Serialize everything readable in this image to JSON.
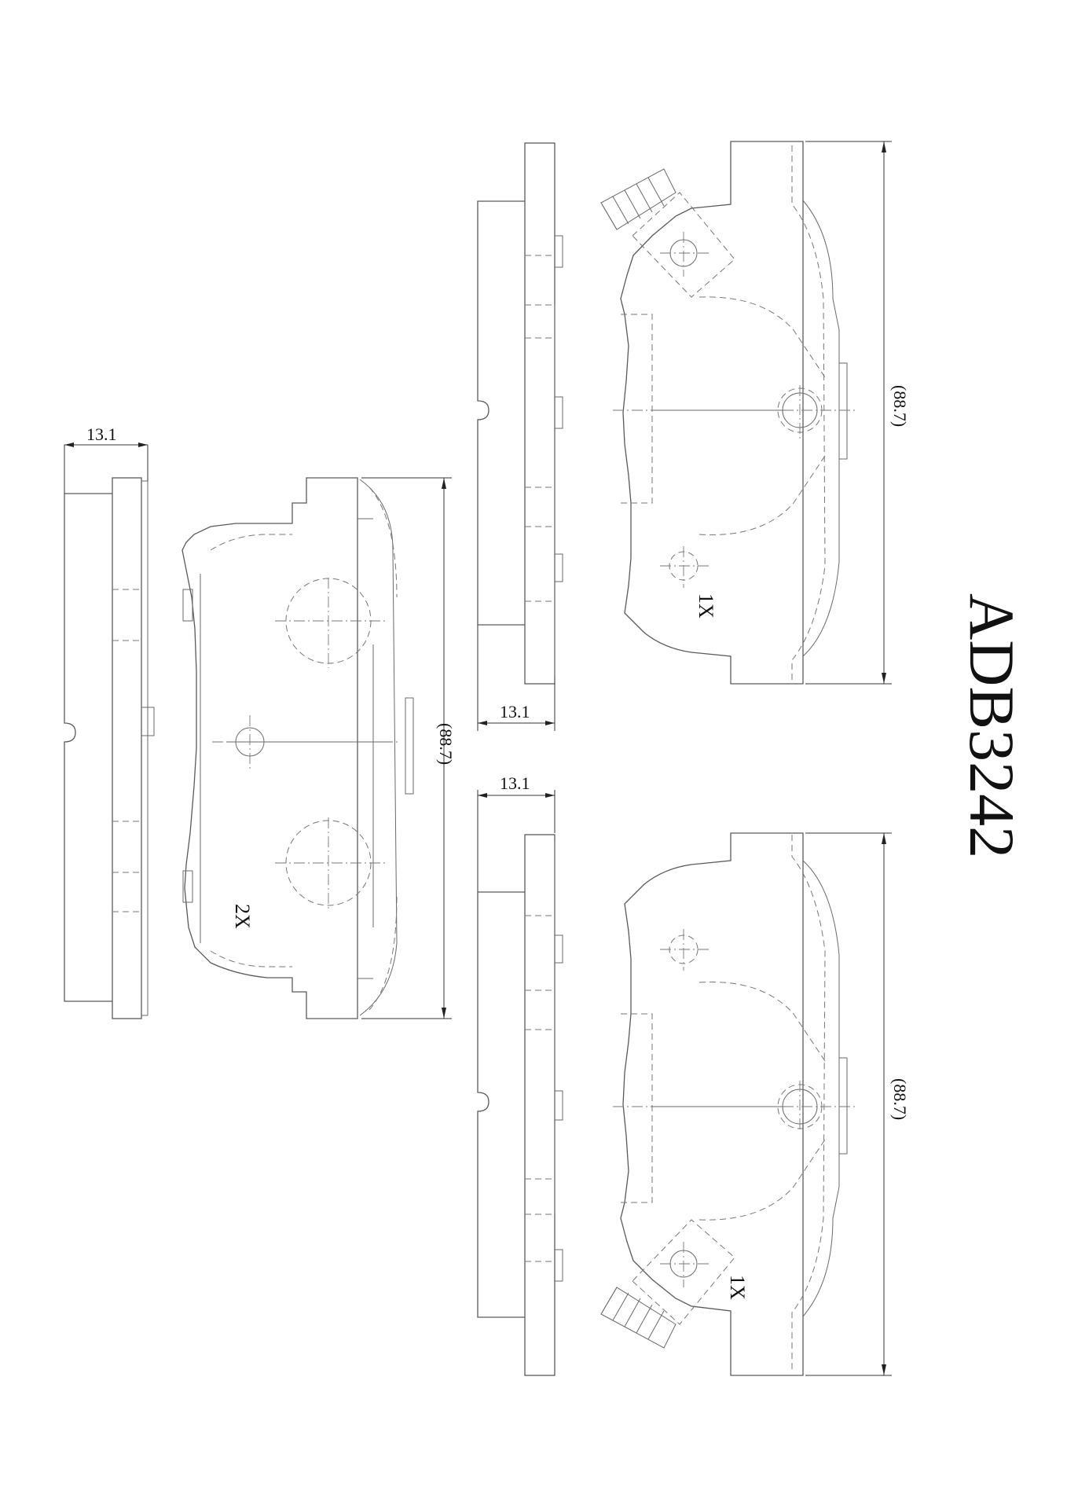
{
  "part_number": "ADB3242",
  "views": [
    {
      "id": "single-pad",
      "quantity": "2X",
      "thickness": "13.1",
      "length": "(88.7)"
    },
    {
      "id": "top-right-pad",
      "quantity": "1X",
      "thickness": "13.1",
      "length": "(88.7)"
    },
    {
      "id": "bottom-right-pad",
      "quantity": "1X",
      "thickness": "13.1",
      "length": "(88.7)"
    }
  ]
}
